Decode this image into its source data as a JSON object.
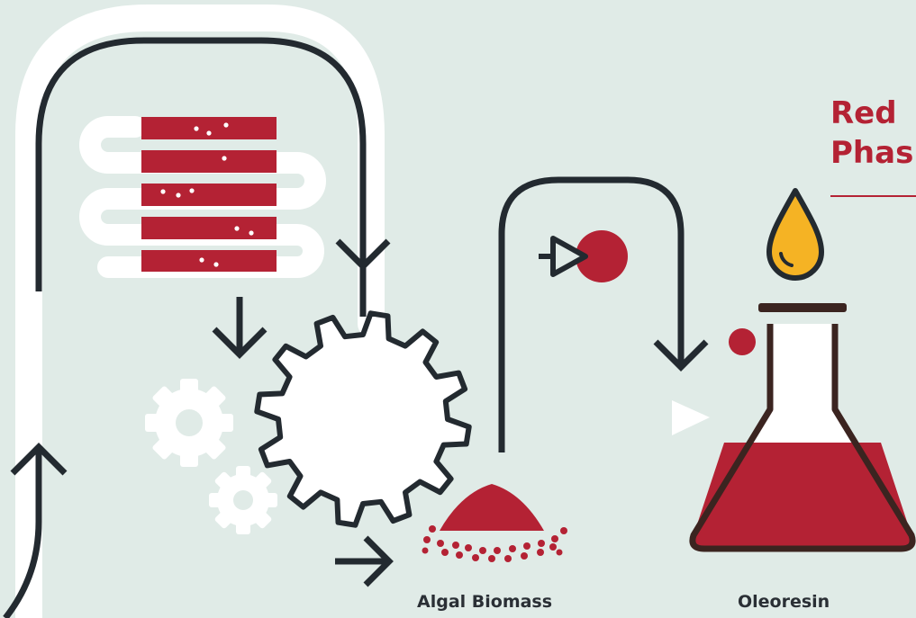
{
  "phase": {
    "title_line1": "Red",
    "title_line2": "Phas"
  },
  "labels": {
    "algal_biomass": "Algal Biomass",
    "oleoresin": "Oleoresin"
  },
  "colors": {
    "background": "#e0ebe7",
    "red": "#b42234",
    "dark": "#232a30",
    "white": "#ffffff",
    "oil": "#f5b324",
    "flask_outline": "#3b2420"
  },
  "icons": [
    "photobioreactor-icon",
    "gear-icon",
    "small-gear-icon",
    "algal-biomass-pile-icon",
    "oil-drop-icon",
    "flask-icon",
    "arrow-icon"
  ]
}
